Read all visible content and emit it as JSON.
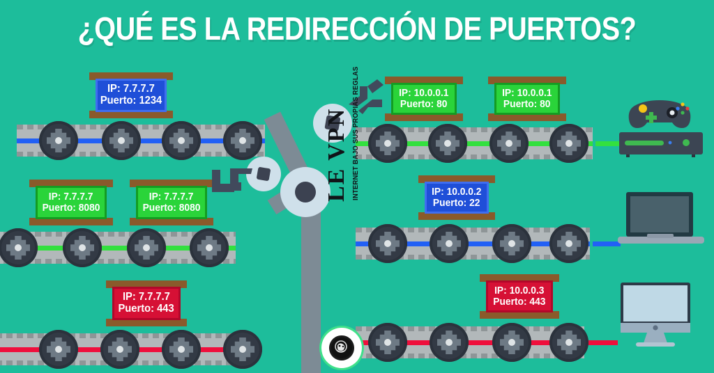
{
  "page": {
    "title": "¿QUÉ ES LA REDIRECCIÓN DE PUERTOS?",
    "background_color": "#1dbd9b",
    "title_color": "#ffffff"
  },
  "brand": {
    "name": "LE VPN",
    "tagline": "INTERNET BAJO SUS PROPIAS REGLAS",
    "badge_name": "le-vpn-lion-badge"
  },
  "colors": {
    "blue": "#1f4fd8",
    "blue_line": "#2260f5",
    "green": "#2ad43a",
    "green_line": "#33e03f",
    "red": "#d61035",
    "red_line": "#ef0f3c",
    "wood": "#8a5a2b",
    "belt": "#b2b8ba",
    "wheel": "#333a45",
    "arm": "#7d8b95",
    "joint": "#cfe0ea"
  },
  "signs": {
    "external_1234": {
      "ip": "IP: 7.7.7.7",
      "port": "Puerto: 1234",
      "color": "blue"
    },
    "external_8080_a": {
      "ip": "IP: 7.7.7.7",
      "port": "Puerto: 8080",
      "color": "green"
    },
    "external_8080_b": {
      "ip": "IP: 7.7.7.7",
      "port": "Puerto: 8080",
      "color": "green"
    },
    "external_443": {
      "ip": "IP: 7.7.7.7",
      "port": "Puerto: 443",
      "color": "red"
    },
    "internal_80_a": {
      "ip": "IP: 10.0.0.1",
      "port": "Puerto: 80",
      "color": "green"
    },
    "internal_80_b": {
      "ip": "IP: 10.0.0.1",
      "port": "Puerto: 80",
      "color": "green"
    },
    "internal_22": {
      "ip": "IP: 10.0.0.2",
      "port": "Puerto: 22",
      "color": "blue"
    },
    "internal_443": {
      "ip": "IP: 10.0.0.3",
      "port": "Puerto: 443",
      "color": "red"
    }
  },
  "belts": {
    "left_top": {
      "line_color": "#2260f5",
      "label": "belt-left-blue"
    },
    "left_mid": {
      "line_color": "#33e03f",
      "label": "belt-left-green"
    },
    "left_bottom": {
      "line_color": "#ef0f3c",
      "label": "belt-left-red"
    },
    "right_top": {
      "line_color": "#33e03f",
      "label": "belt-right-green"
    },
    "right_mid": {
      "line_color": "#2260f5",
      "label": "belt-right-blue"
    },
    "right_bottom": {
      "line_color": "#ef0f3c",
      "label": "belt-right-red"
    }
  },
  "devices": {
    "console": {
      "name": "game-console",
      "accent": "#3fb950"
    },
    "laptop": {
      "name": "laptop",
      "screen": "#49616b"
    },
    "desktop": {
      "name": "desktop-imac",
      "screen": "#bfd9e6"
    }
  },
  "robot": {
    "name": "robotic-arm",
    "upper_joint": "arm-joint-upper",
    "lower_joint": "arm-joint-lower",
    "pivot": "arm-pivot"
  }
}
